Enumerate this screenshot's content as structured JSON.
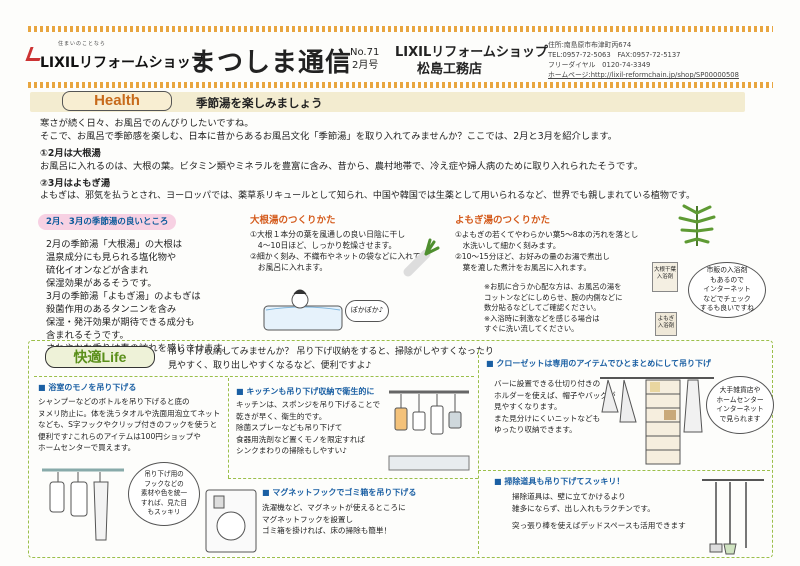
{
  "header": {
    "logo_small": "住まいのことなら",
    "logo": "LIXILリフォームショップ",
    "title": "まつしま通信",
    "issue_no": "No.71",
    "issue_month": "2月号",
    "shop_line1": "LIXILリフォームショップ",
    "shop_line2": "松島工務店",
    "address": "住所:南島原市布津町丙674",
    "tel": "TEL:0957-72-5063　FAX:0957-72-5137",
    "free_dial": "フリーダイヤル　0120-74-3349",
    "homepage": "ホームページ:http://lixil-reformchain.jp/shop/SP00000508"
  },
  "health": {
    "label": "Health",
    "title": "季節湯を楽しみましょう",
    "intro1": "寒さが続く日々、お風呂でのんびりしたいですね。",
    "intro2": "そこで、お風呂で季節感を楽しむ、日本に昔からあるお風呂文化「季節湯」を取り入れてみませんか？ここでは、2月と3月を紹介します。",
    "feb_head": "①2月は大根湯",
    "feb_text": "お風呂に入れるのは、大根の葉。ビタミン類やミネラルを豊富に含み、昔から、農村地帯で、冷え症や婦人病のために取り入れられたそうです。",
    "mar_head": "②3月はよもぎ湯",
    "mar_text": "よもぎは、邪気を払うとされ、ヨーロッパでは、薬草系リキュールとして知られ、中国や韓国では生薬として用いられるなど、世界でも親しまれている植物です。",
    "benefit_label": "2月、3月の季節湯の良いところ",
    "benefit_lines": [
      "2月の季節湯「大根湯」の大根は",
      "温泉成分にも見られる塩化物や",
      "硫化イオンなどが含まれ",
      "保湿効果があるそうです。",
      "3月の季節湯「よもぎ湯」のよもぎは",
      "殺菌作用のあるタンニンを含み",
      "保湿・発汗効果が期待できる成分も",
      "含まれるそうです。",
      "さわやかな香りは春の訪れを感じさせます。"
    ],
    "daikon_title": "大根湯のつくりかた",
    "daikon_lines": [
      "①大根１本分の葉を風通しの良い日陰に干し",
      "　4～10日ほど、しっかり乾燥させます。",
      "②細かく刻み、不織布やネットの袋などに入れて",
      "　お風呂に入れます。"
    ],
    "yomogi_title": "よもぎ湯のつくりかた",
    "yomogi_lines": [
      "①よもぎの若くてやわらかい葉5～8本の汚れを落とし",
      "　水洗いして細かく刻みます。",
      "②10～15分ほど、お好みの量のお湯で煮出し",
      "　葉を漉した煮汁をお風呂に入れます。"
    ],
    "notice_lines": [
      "※お肌に合うか心配な方は、お風呂の湯を",
      "コットンなどにしめらせ、腕の内側などに",
      "数分貼るなどしてご確認ください。",
      "※入浴時に刺激などを感じる場合は",
      "すぐに洗い流してください。"
    ],
    "pokapoka": "ぽかぽか♪",
    "net_bubble": [
      "市販の入浴剤",
      "もあるので",
      "インターネット",
      "などでチェック",
      "するも良いですね"
    ],
    "herb_label1": "大根干葉",
    "herb_label2": "入浴剤",
    "herb_label3": "よもぎ",
    "herb_label4": "入浴剤"
  },
  "kaiteki": {
    "label": "快適Life",
    "intro1": "吊り下げ収納してみませんか？ 吊り下げ収納をすると、掃除がしやすくなったり",
    "intro2": "見やすく、取り出しやすくなるなど、便利ですよ♪",
    "bath_head": "浴室のモノを吊り下げる",
    "bath_lines": [
      "シャンプーなどのボトルを吊り下げると底の",
      "ヌメリ防止に。体を洗うタオルや洗面用泡立てネット",
      "なども、S字フックやクリップ付きのフックを使うと",
      "便利です♪これらのアイテムは100円ショップや",
      "ホームセンターで買えます。"
    ],
    "bath_bubble": [
      "吊り下げ用の",
      "フックなどの",
      "素材や色を統一",
      "すれば、見た目",
      "もスッキリ"
    ],
    "kitchen_head": "キッチンも吊り下げ収納で衛生的に",
    "kitchen_lines": [
      "キッチンは、スポンジを吊り下げることで",
      "乾きが早く、衛生的です。",
      "除菌スプレーなども吊り下げて",
      "食器用洗剤など置くモノを限定すれば",
      "シンクまわりの掃除もしやすい♪"
    ],
    "magnet_head": "マグネットフックでゴミ箱を吊り下げる",
    "magnet_lines": [
      "洗濯機など、マグネットが使えるところに",
      "マグネットフックを設置し",
      "ゴミ箱を掛ければ、床の掃除も簡単！"
    ],
    "closet_head": "クローゼットは専用のアイテムでひとまとめにして吊り下げ",
    "closet_lines": [
      "バーに設置できる仕切り付きの",
      "ホルダーを使えば、帽子やバッグが",
      "見やすくなります。",
      "また見分けにくいニットなども",
      "ゆったり収納できます。"
    ],
    "closet_bubble": [
      "大手雑貨店や",
      "ホームセンター",
      "インターネット",
      "で見られます"
    ],
    "clean_head": "掃除道具も吊り下げてスッキリ！",
    "clean_lines": [
      "掃除道具は、壁に立てかけるより",
      "雑多にならず、出し入れもラクチンです。",
      "突っ張り棒を使えばデッドスペースも活用できます"
    ]
  },
  "colors": {
    "accent_orange": "#d45a1b",
    "section_blue": "#1a5fa3",
    "health_band": "#f3ecd0",
    "life_green": "#5a8f1a"
  }
}
